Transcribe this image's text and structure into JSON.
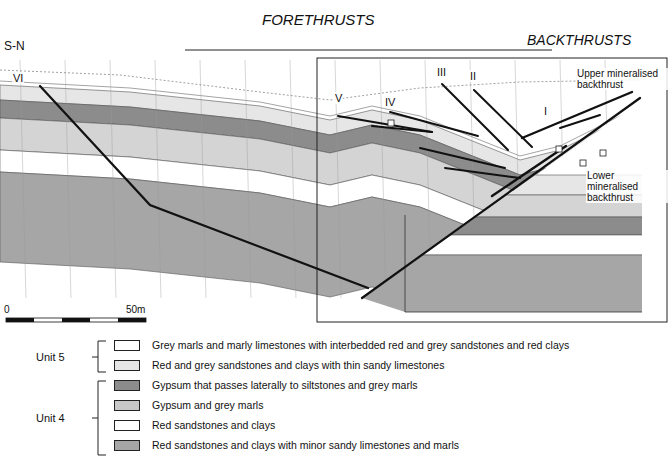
{
  "diagram": {
    "labels": [
      "FORETHRUSTS",
      "S-N",
      "BACKTHRUSTS",
      "VI",
      "V",
      "IV",
      "III",
      "II",
      "I",
      "Upper mineralised backthrust",
      "Lower mineralised backthrust",
      "0",
      "50m",
      "Unit 5",
      "Unit 4"
    ],
    "legend": [
      {
        "text": "Grey marls and marly limestones with interbedded red and grey sandstones and red clays",
        "color": "#ffffff"
      },
      {
        "text": "Red and grey sandstones and clays with thin sandy limestones",
        "color": "#e6e6e6"
      },
      {
        "text": "Gypsum that passes laterally to siltstones and grey marls",
        "color": "#8c8c8c"
      },
      {
        "text": "Gypsum and grey marls",
        "color": "#c8c8c8"
      },
      {
        "text": "Red sandstones and clays",
        "color": "#ffffff"
      },
      {
        "text": "Red sandstones and clays with minor sandy limestones and marls",
        "color": "#a6a6a6"
      }
    ]
  }
}
